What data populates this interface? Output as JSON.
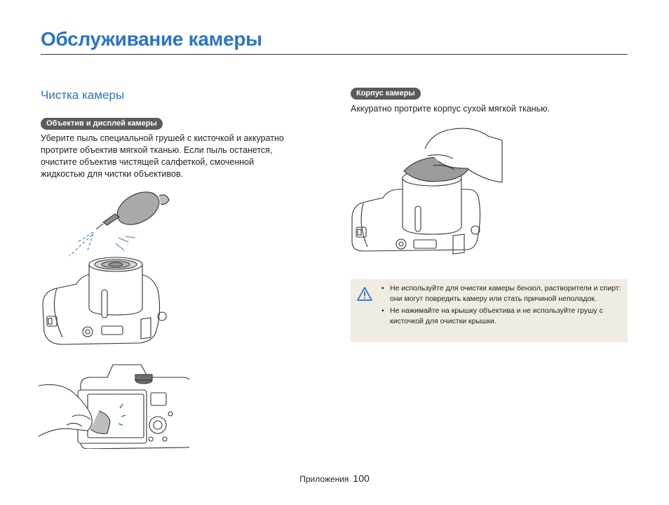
{
  "page": {
    "title": "Обслуживание камеры",
    "section_heading": "Чистка камеры"
  },
  "lens_section": {
    "label": "Объектив и дисплей камеры",
    "text": "Уберите пыль специальной грушей с кисточкой и аккуратно протрите объектив мягкой тканью. Если пыль останется, очистите объектив чистящей салфеткой, смоченной жидкостью для чистки объективов."
  },
  "body_section": {
    "label": "Корпус камеры",
    "text": "Аккуратно протрите корпус сухой мягкой тканью."
  },
  "caution": {
    "icon": "warning-triangle-icon",
    "items": [
      "Не используйте для очистки камеры бензол, растворители и спирт: они могут повредить камеру или стать причиной неполадок.",
      "Не нажимайте на крышку объектива и не используйте грушу с кисточкой для очистки крышки."
    ]
  },
  "footer": {
    "section": "Приложения",
    "page_number": "100"
  },
  "colors": {
    "accent": "#2a74c8",
    "pill_bg": "#5b5b5b",
    "caution_bg": "#f0ebe3",
    "caution_icon": "#2a74c8"
  }
}
